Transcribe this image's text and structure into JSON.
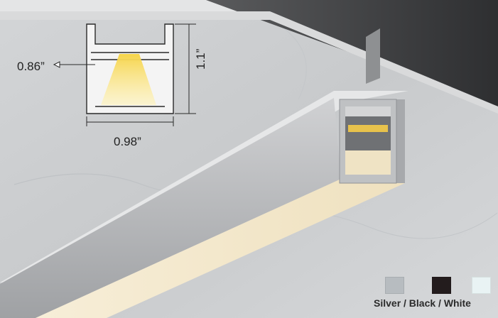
{
  "dimensions": {
    "width": "0.98”",
    "depth": "0.86”",
    "height": "1.1”"
  },
  "finishes": {
    "label": "Silver / Black / White",
    "colors": {
      "silver": "#b7bcc0",
      "black": "#231c1d",
      "white": "#e9f3f4"
    }
  },
  "colors": {
    "wall": "#cdcfd1",
    "ceiling": "#3a3b3d",
    "aluminum": "#b8b9bb",
    "diffuser": "#f4e9cf",
    "led": "#f3d66a"
  }
}
